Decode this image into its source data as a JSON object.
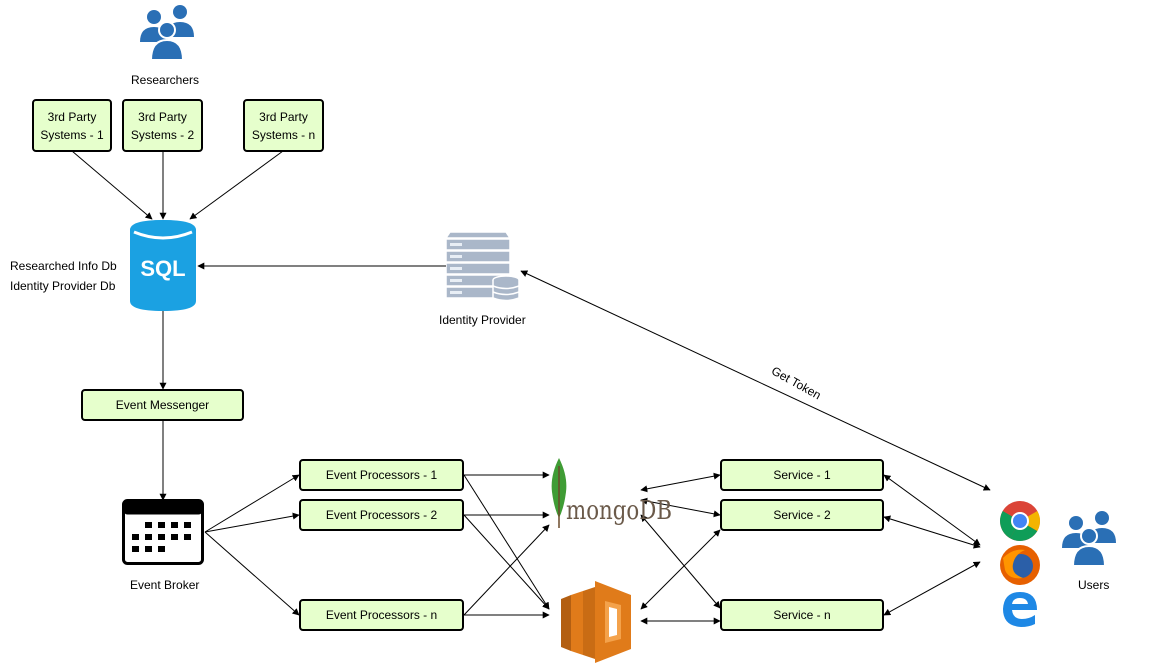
{
  "researchers": {
    "label": "Researchers"
  },
  "third_party": [
    {
      "line1": "3rd Party",
      "line2": "Systems - 1"
    },
    {
      "line1": "3rd Party",
      "line2": "Systems - 2"
    },
    {
      "line1": "3rd Party",
      "line2": "Systems - n"
    }
  ],
  "sql": {
    "icon_text": "SQL",
    "label_line1": "Researched Info Db",
    "label_line2": "Identity Provider Db"
  },
  "identity_provider": {
    "label": "Identity Provider"
  },
  "event_messenger": {
    "label": "Event Messenger"
  },
  "event_broker": {
    "label": "Event Broker"
  },
  "processors": [
    {
      "label": "Event Processors - 1"
    },
    {
      "label": "Event Processors - 2"
    },
    {
      "label": "Event Processors - n"
    }
  ],
  "mongodb": {
    "label": "mongoDB"
  },
  "services": [
    {
      "label": "Service - 1"
    },
    {
      "label": "Service - 2"
    },
    {
      "label": "Service - n"
    }
  ],
  "get_token": {
    "label": "Get Token"
  },
  "users": {
    "label": "Users"
  },
  "colors": {
    "node_fill": "#e6ffcc",
    "icon_blue": "#2a6fb5",
    "sql_blue": "#1ba1e2",
    "lambda_orange": "#e07b1a",
    "mongo_green": "#3f9c35"
  }
}
